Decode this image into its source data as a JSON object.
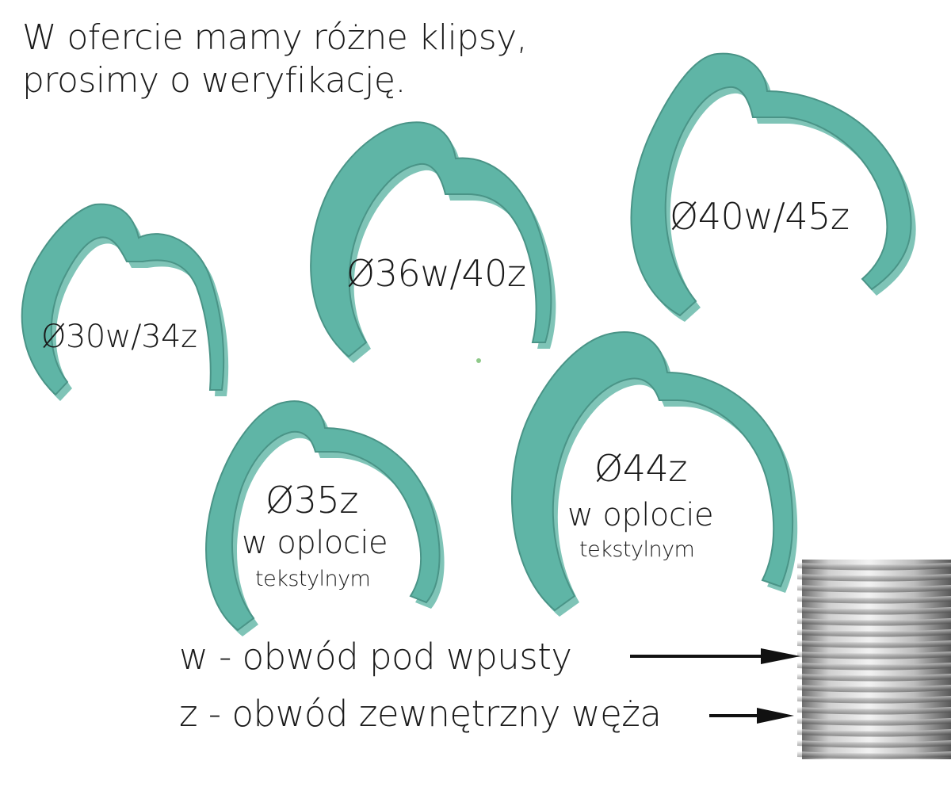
{
  "heading": {
    "line1": "W ofercie mamy różne klipsy,",
    "line2": "prosimy o weryfikację."
  },
  "clips": [
    {
      "id": "clip-30",
      "size": "Ø30w/34z"
    },
    {
      "id": "clip-36",
      "size": "Ø36w/40z"
    },
    {
      "id": "clip-40",
      "size": "Ø40w/45z"
    },
    {
      "id": "clip-35",
      "size": "Ø35z",
      "line2": "w oplocie",
      "line3": "tekstylnym"
    },
    {
      "id": "clip-44",
      "size": "Ø44z",
      "line2": "w oplocie",
      "line3": "tekstylnym"
    }
  ],
  "legend": {
    "w": "w - obwód pod wpusty",
    "z": "z - obwód zewnętrzny węża"
  },
  "colors": {
    "clip_face": "#5fb5a6",
    "clip_edge": "#4a9487",
    "clip_shadow": "#7fc4b7",
    "hose_light": "#e0e0e0",
    "hose_dark": "#7d7d7d",
    "text": "#1a1a1a"
  },
  "icons": [
    "c-clip-icon",
    "corrugated-hose-icon",
    "arrow-right-icon"
  ]
}
